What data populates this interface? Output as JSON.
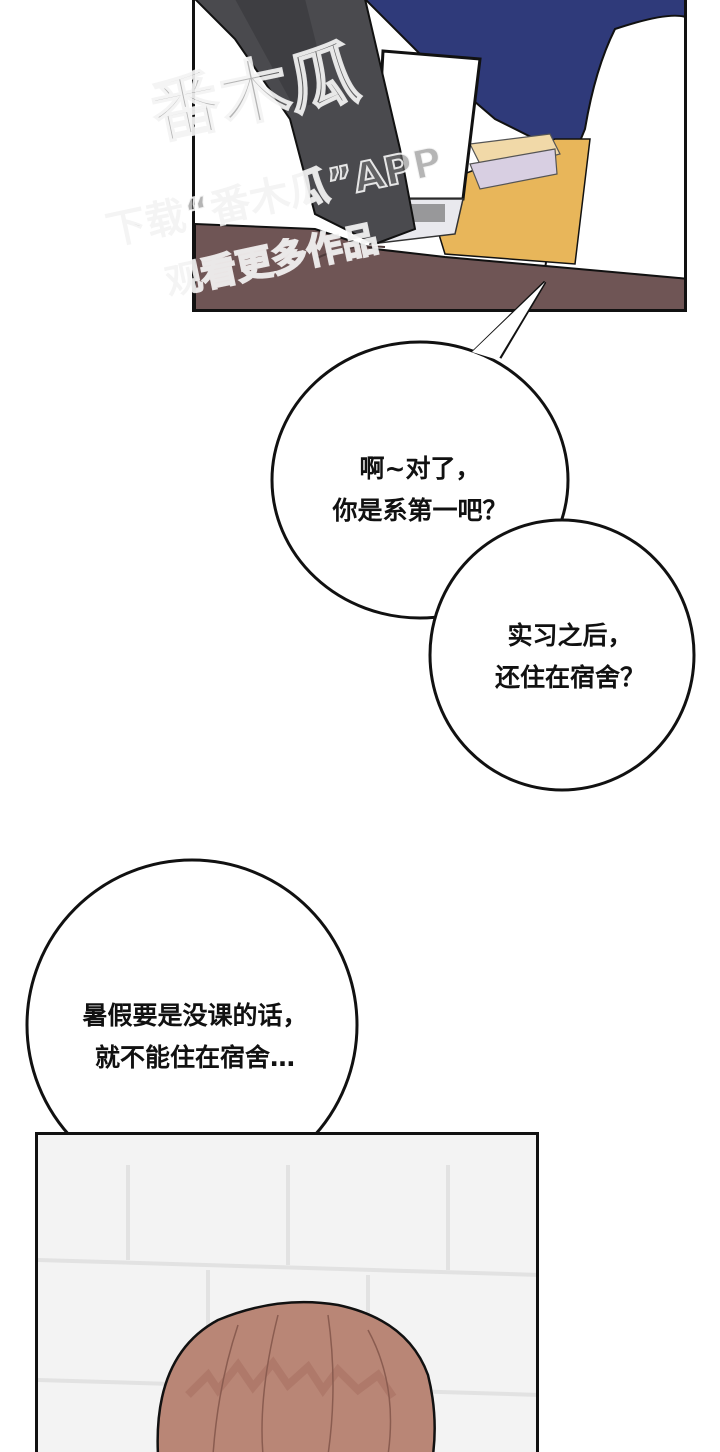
{
  "comic": {
    "watermark": {
      "logo": "番木瓜",
      "line1": "下载“番木瓜”APP",
      "line2": "观看更多作品"
    },
    "bubbles": [
      {
        "lines": [
          "啊~对了，",
          "你是系第一吧？"
        ]
      },
      {
        "lines": [
          "实习之后，",
          "还住在宿舍？"
        ]
      },
      {
        "lines": [
          "暑假要是没课的话，",
          "就不能住在宿舍…"
        ]
      }
    ],
    "colors": {
      "jacket": "#2f3a7a",
      "sofa": "#6f5555",
      "desk": "#e8b65a",
      "hair": "#b98676",
      "panel_border": "#111111"
    }
  }
}
